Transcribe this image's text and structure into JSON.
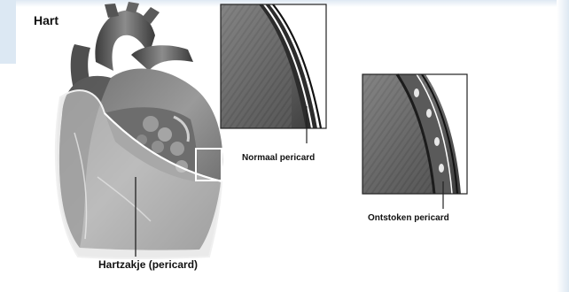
{
  "diagram": {
    "title": "Hart",
    "labels": {
      "normal_pericardium": "Normaal pericard",
      "inflamed_pericardium": "Ontstoken pericard",
      "pericardium_sac": "Hartzakje (pericard)"
    }
  }
}
